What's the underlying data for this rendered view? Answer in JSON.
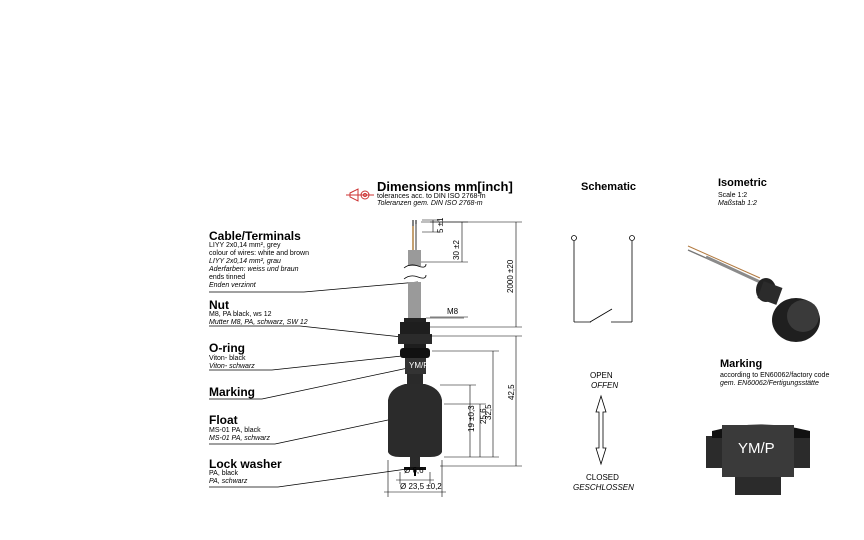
{
  "dimensions": {
    "title": "Dimensions mm[inch]",
    "line1": "tolerances acc. to DIN ISO 2768-m",
    "line2": "Toleranzen gem. DIN ISO 2768-m"
  },
  "cable": {
    "title": "Cable/Terminals",
    "lines": [
      "LIYY 2x0,14 mm², grey",
      "colour of wires: white and brown",
      "LIYY 2x0,14 mm², grau",
      "Aderfarben: weiss und braun",
      "ends tinned",
      "Enden verzinnt"
    ]
  },
  "nut": {
    "title": "Nut",
    "line1": "M8,  PA black, ws 12",
    "line2": "Mutter M8, PA, schwarz, SW 12"
  },
  "oring": {
    "title": "O-ring",
    "line1": "Viton- black",
    "line2": "Viton- schwarz"
  },
  "marking_left": {
    "title": "Marking"
  },
  "float": {
    "title": "Float",
    "line1": "MS-01 PA, black",
    "line2": "MS-01 PA, schwarz"
  },
  "lockwasher": {
    "title": "Lock washer",
    "line1": "PA, black",
    "line2": "PA, schwarz"
  },
  "drawing_dims": {
    "d5": "5 ±1",
    "d30": "30 ±2",
    "d2000": "2000 ±20",
    "m8": "M8",
    "d42": "42,5",
    "d32": "32,5",
    "d25": "25,6",
    "d19": "19 ±0,3",
    "dia6": "Ø 6,6",
    "dia23": "Ø 23,5 ±0,2",
    "float_mark": "YM/P"
  },
  "schematic": {
    "title": "Schematic",
    "open_en": "OPEN",
    "open_de": "OFFEN",
    "closed_en": "CLOSED",
    "closed_de": "GESCHLOSSEN"
  },
  "isometric": {
    "title": "Isometric",
    "scale_en": "Scale 1:2",
    "scale_de": "Maßstab 1:2"
  },
  "marking_right": {
    "title": "Marking",
    "line1": "according to EN60062/factory code",
    "line2": "gem. EN60062/Fertigungsstätte",
    "code": "YM/P"
  },
  "colors": {
    "body": "#2b2b2b",
    "cable": "#9a9a9a",
    "projection_symbol": "#cc3333"
  }
}
